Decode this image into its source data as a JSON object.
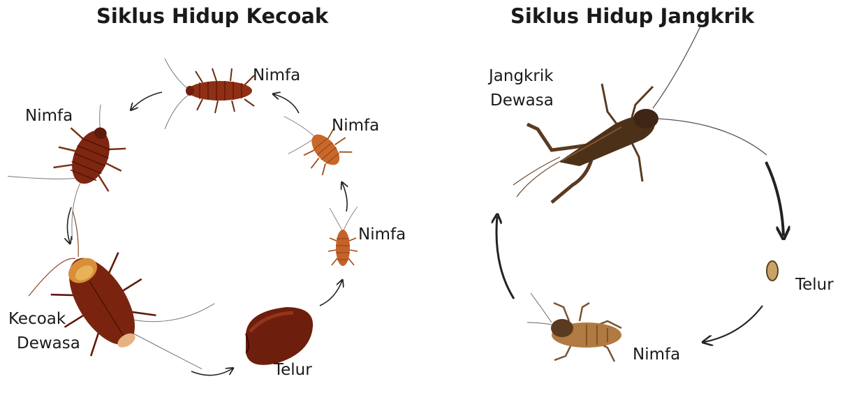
{
  "cockroach_cycle": {
    "title": "Siklus Hidup Kecoak",
    "labels": {
      "nymph_top": "Nimfa",
      "nymph_left": "Nimfa",
      "nymph_right_upper": "Nimfa",
      "nymph_right_lower": "Nimfa",
      "adult_line1": "Kecoak",
      "adult_line2": "Dewasa",
      "egg": "Telur"
    }
  },
  "cricket_cycle": {
    "title": "Siklus Hidup Jangkrik",
    "labels": {
      "adult_line1": "Jangkrik",
      "adult_line2": "Dewasa",
      "egg": "Telur",
      "nymph": "Nimfa"
    }
  },
  "colors": {
    "cockroach_dark": "#6e1e0c",
    "cockroach_mid": "#a33a17",
    "nymph_light": "#c96a2a",
    "cricket_body": "#5a3a20",
    "egg": "#c9a366",
    "arrow": "#222222"
  }
}
